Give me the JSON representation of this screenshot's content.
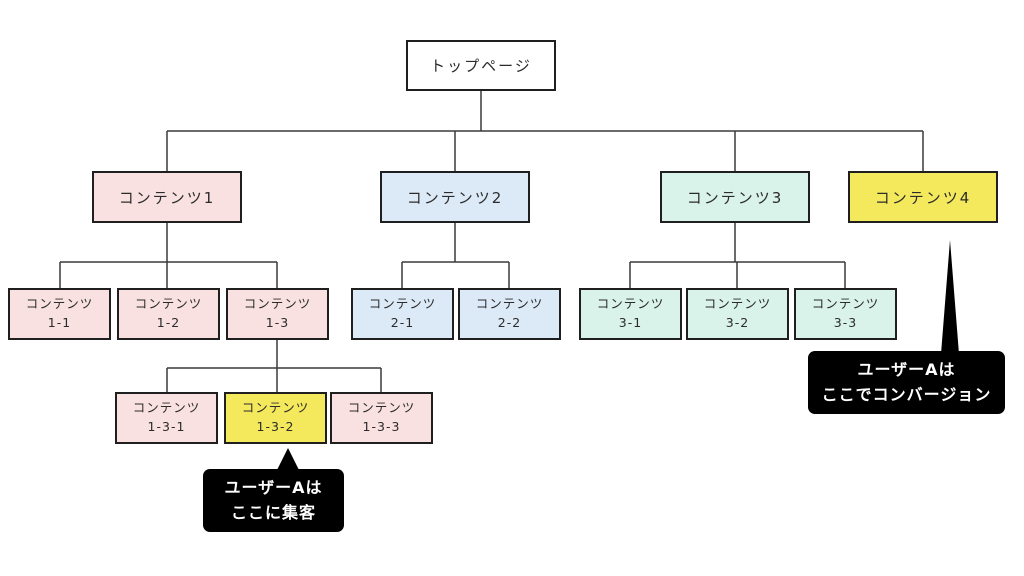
{
  "diagram": {
    "title": "site-structure-tree",
    "nodes": {
      "top": "トップページ",
      "c1": "コンテンツ1",
      "c2": "コンテンツ2",
      "c3": "コンテンツ3",
      "c4": "コンテンツ4",
      "c1_1": "コンテンツ\n1-1",
      "c1_2": "コンテンツ\n1-2",
      "c1_3": "コンテンツ\n1-3",
      "c2_1": "コンテンツ\n2-1",
      "c2_2": "コンテンツ\n2-2",
      "c3_1": "コンテンツ\n3-1",
      "c3_2": "コンテンツ\n3-2",
      "c3_3": "コンテンツ\n3-3",
      "c1_3_1": "コンテンツ\n1-3-1",
      "c1_3_2": "コンテンツ\n1-3-2",
      "c1_3_3": "コンテンツ\n1-3-3"
    },
    "callouts": {
      "attract": "ユーザーAは\nここに集客",
      "conversion": "ユーザーAは\nここでコンバージョン"
    },
    "colors": {
      "branch1_pink": "#f9e1e1",
      "branch2_blue": "#dceaf8",
      "branch3_mint": "#d9f2ea",
      "highlight_yellow": "#f4e95d",
      "root_white": "#ffffff",
      "callout_black": "#000000",
      "connector_gray": "#3a3a3a"
    }
  }
}
